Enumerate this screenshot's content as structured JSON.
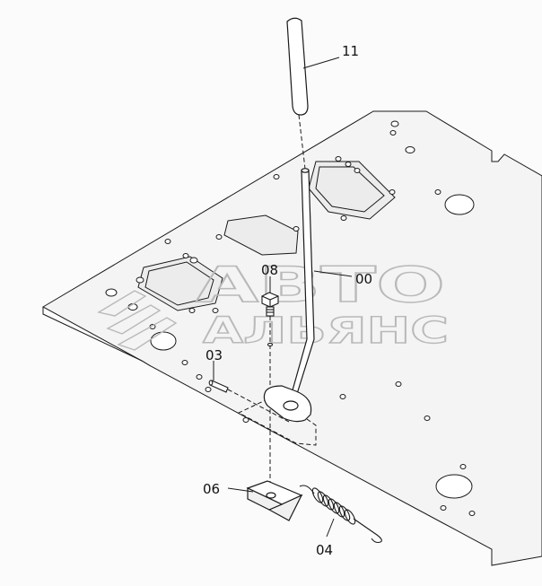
{
  "callouts": [
    {
      "id": "11"
    },
    {
      "id": "08"
    },
    {
      "id": "00"
    },
    {
      "id": "03"
    },
    {
      "id": "06"
    },
    {
      "id": "04"
    }
  ],
  "watermark": {
    "line1": "АВТО",
    "line2": "АЛЬЯНС"
  },
  "colors": {
    "ink": "#1a1a1a",
    "plate_fill": "#f4f4f4",
    "watermark": "#b9b9b9"
  }
}
